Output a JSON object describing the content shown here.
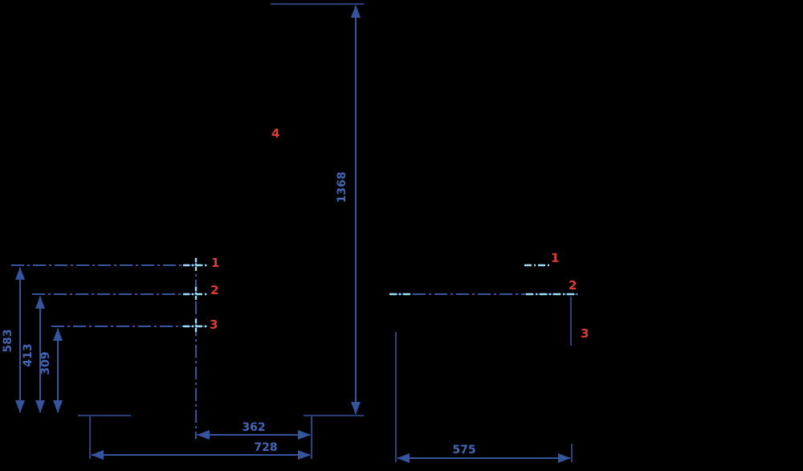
{
  "colors": {
    "background": "#000000",
    "dimension_blue": "#34549e",
    "text_blue": "#4466b8",
    "callout_red": "#e23b33",
    "marker_cyan": "#9bdff0"
  },
  "left_view": {
    "callout_1": "1",
    "callout_2": "2",
    "callout_3": "3",
    "callout_4": "4",
    "dim_overall_height": "1368",
    "dim_height_point1": "583",
    "dim_height_point2": "413",
    "dim_height_point3": "309",
    "dim_front_offset": "362",
    "dim_base_length": "728"
  },
  "right_view": {
    "callout_1": "1",
    "callout_2": "2",
    "callout_3": "3",
    "dim_overall_width": "575"
  }
}
